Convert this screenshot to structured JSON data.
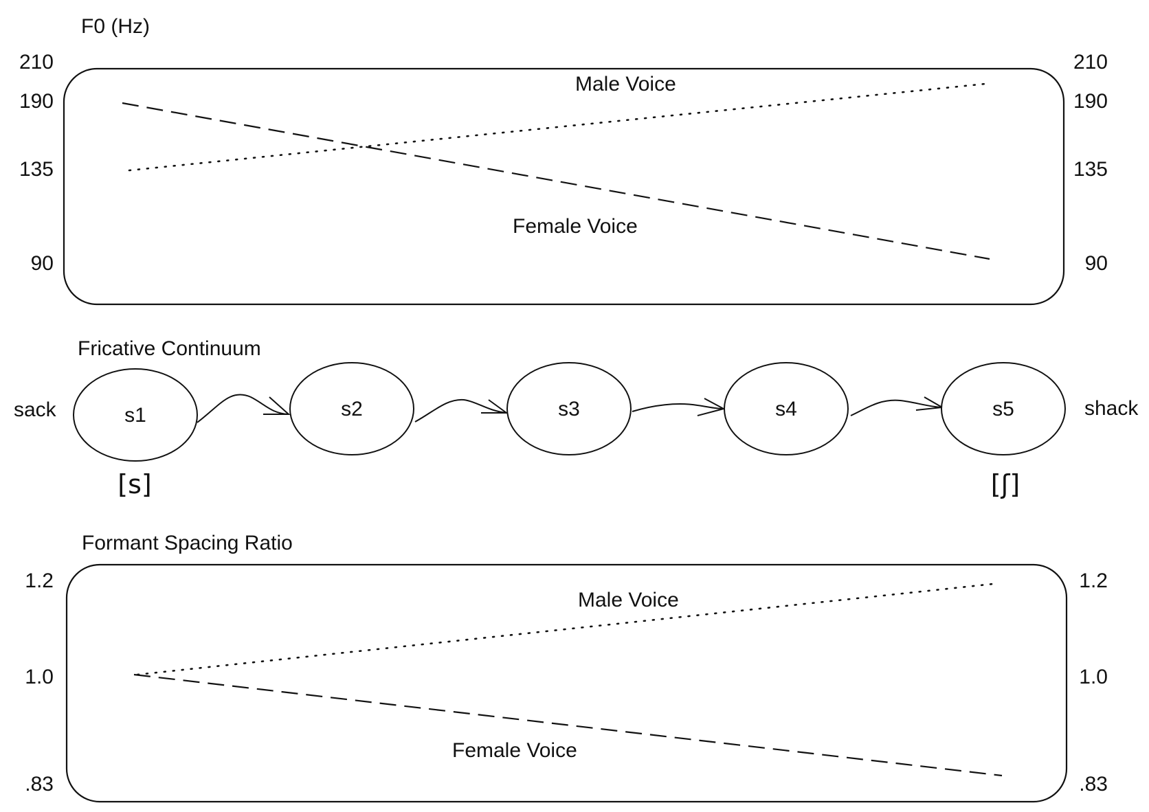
{
  "panel_f0": {
    "title": "F0 (Hz)",
    "ticks_left": [
      "210",
      "190",
      "135",
      "90"
    ],
    "ticks_right": [
      "210",
      "190",
      "135",
      "90"
    ],
    "male_label": "Male Voice",
    "female_label": "Female Voice"
  },
  "continuum": {
    "title": "Fricative Continuum",
    "left_word": "sack",
    "right_word": "shack",
    "nodes": [
      "s1",
      "s2",
      "s3",
      "s4",
      "s5"
    ],
    "left_ipa": "[s]",
    "right_ipa": "[ʃ]"
  },
  "panel_formant": {
    "title": "Formant Spacing Ratio",
    "ticks_left": [
      "1.2",
      "1.0",
      ".83"
    ],
    "ticks_right": [
      "1.2",
      "1.0",
      ".83"
    ],
    "male_label": "Male Voice",
    "female_label": "Female Voice"
  }
}
